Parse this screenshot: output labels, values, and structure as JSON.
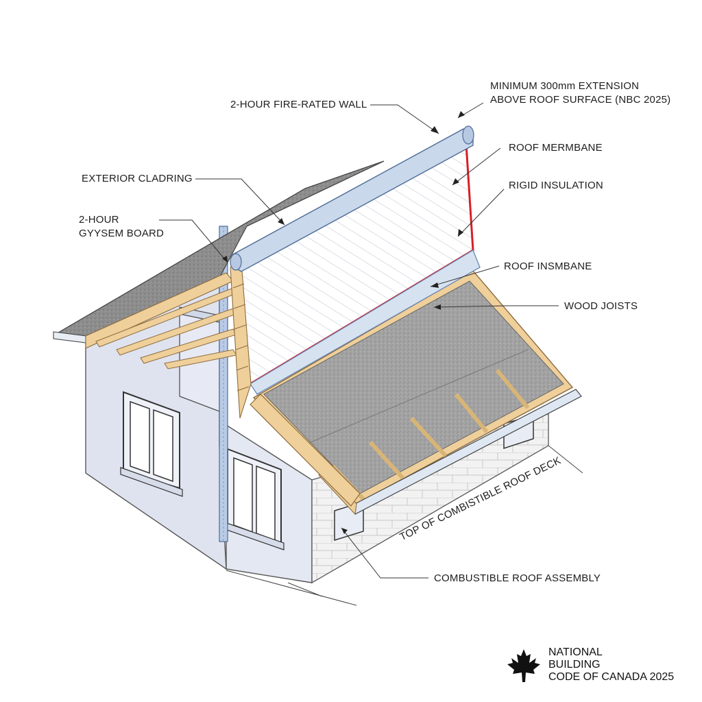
{
  "labels": {
    "fire_wall": "2-HOUR FIRE-RATED WALL",
    "extension": [
      "MINIMUM 300mm EXTENSION",
      "ABOVE ROOF SURFACE (NBC 2025)"
    ],
    "exterior_cladding": "EXTERIOR CLADRING",
    "gypsum_board": [
      "2-HOUR",
      "GYYSEM BOARD"
    ],
    "roof_membrane": "ROOF MERMBANE",
    "rigid_insulation": "RIGID INSULATION",
    "roof_insmbane": "ROOF INSMBANE",
    "wood_joists": "WOOD JOISTS",
    "roof_deck": "TOP OF COMBISTIBLE ROOF DECK",
    "roof_assembly": "COMBUSTIBLE ROOF ASSEMBLY"
  },
  "logo": {
    "lines": [
      "NATIONAL",
      "BUILDING",
      "CODE OF CANADA 2025"
    ],
    "icon": "maple-leaf-icon"
  },
  "colors": {
    "fire_wall_outline": "#d61f26",
    "cap": "#c9d8ea",
    "roof_shingle": "#9b9b9b",
    "timber": "#efcf9a",
    "wall": "#dfe4f0",
    "block": "#f1f1f1",
    "leader": "#333333"
  }
}
